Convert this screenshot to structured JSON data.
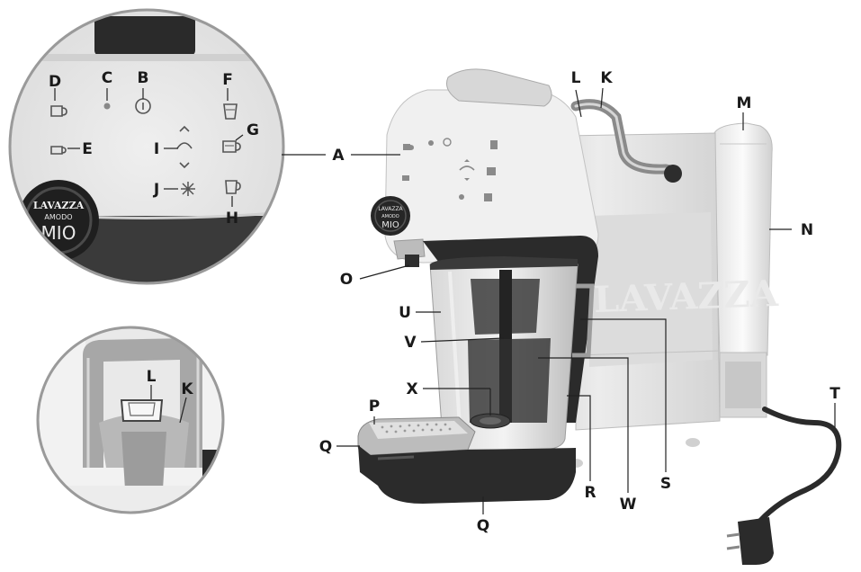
{
  "labels": {
    "A": "A",
    "B": "B",
    "C": "C",
    "D": "D",
    "E": "E",
    "F": "F",
    "G": "G",
    "H": "H",
    "I": "I",
    "J": "J",
    "K": "K",
    "L": "L",
    "M": "M",
    "N": "N",
    "O": "O",
    "P": "P",
    "Q": "Q",
    "R": "R",
    "S": "S",
    "T": "T",
    "U": "U",
    "V": "V",
    "W": "W",
    "X": "X"
  },
  "branding": {
    "logo_text": "LAVAZZA",
    "logo_sub": "AMODO",
    "logo_model": "MIO",
    "side_text": "LAVAZZA"
  },
  "icons": {
    "single_cup": "cup-icon",
    "power": "power-icon",
    "info": "info-icon",
    "milk_small": "milk-cup-small-icon",
    "milk_medium": "milk-cup-medium-icon",
    "milk_large": "milk-cup-large-icon",
    "temperature": "temperature-arrows-icon",
    "froth_off": "snowflake-icon"
  },
  "colors": {
    "body": "#e6e6e6",
    "dark": "#2b2b2b",
    "chrome": "#9a9a9a",
    "glass": "#c9c9c9"
  }
}
